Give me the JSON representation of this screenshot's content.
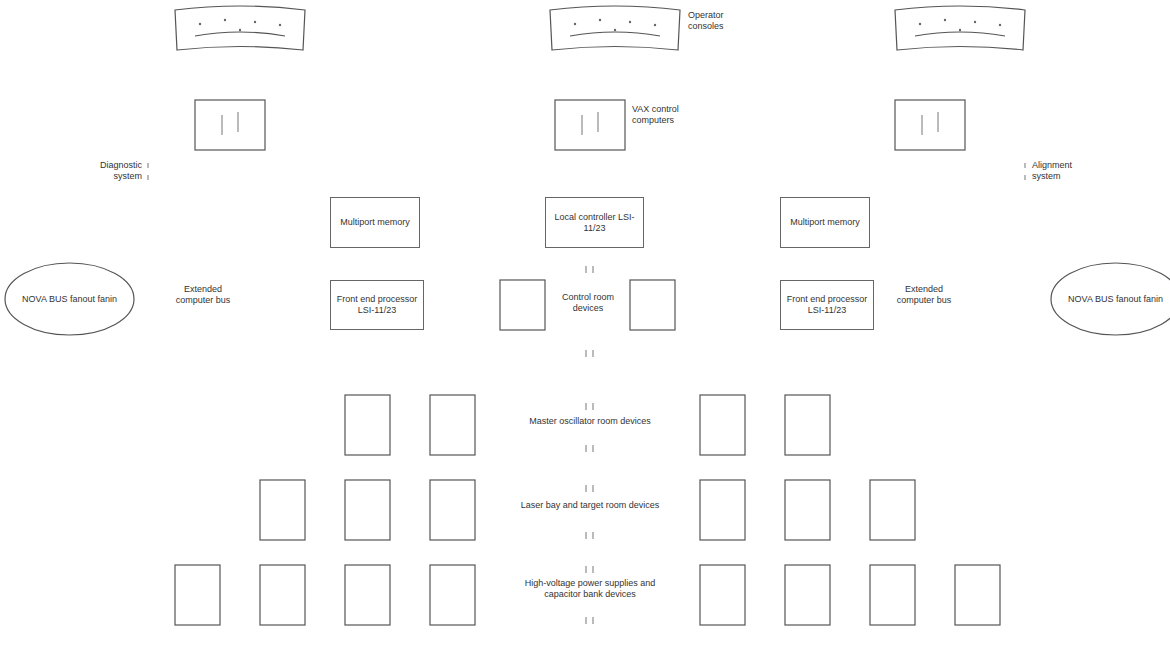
{
  "diagram": {
    "nodes": [
      {
        "text": [
          "Multiport memory"
        ]
      },
      {
        "text": [
          "Local controller LSI-11/23"
        ]
      },
      {
        "text": [
          "Multiport memory"
        ]
      },
      {
        "text": [
          "NOVA BUS fanout fanin"
        ]
      },
      {
        "text": [
          "Front end processor LSI-11/23"
        ]
      },
      {
        "text": [
          "Front end processor LSI-11/23"
        ]
      },
      {
        "text": [
          "NOVA BUS fanout fanin"
        ]
      }
    ],
    "labels": [
      "Operator consoles",
      "VAX control computers",
      "Diagnostic system",
      "Alignment system",
      "Extended computer bus",
      "Extended computer bus",
      "Control room devices",
      "Master oscillator room devices",
      "Laser bay and target room devices",
      "High-voltage power supplies and capacitor bank devices"
    ]
  }
}
